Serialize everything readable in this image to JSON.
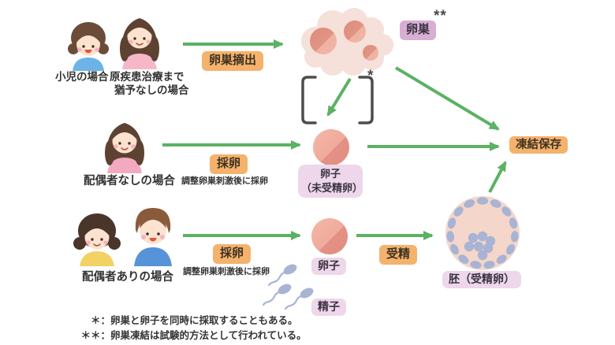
{
  "cases": {
    "child": "小児の場合",
    "no_delay_line1": "原疾患治療まで",
    "no_delay_line2": "猶予なしの場合",
    "no_spouse": "配偶者なしの場合",
    "with_spouse": "配偶者ありの場合"
  },
  "badges": {
    "ovariectomy": "卵巣摘出",
    "ovary": "卵巣",
    "ovary_marker": "**",
    "egg_retrieval": "採卵",
    "fertilization": "受精",
    "cryopreservation": "凍結保存",
    "egg_unfertilized_line1": "卵子",
    "egg_unfertilized_line2": "（未受精卵）",
    "egg": "卵子",
    "sperm": "精子",
    "embryo": "胚（受精卵）",
    "bracket_marker": "*"
  },
  "notes": {
    "stimulation": "調整卵巣刺激後に採卵"
  },
  "footnotes": [
    {
      "marker": "＊：",
      "text": "卵巣と卵子を同時に採取することもある。"
    },
    {
      "marker": "＊＊：",
      "text": "卵巣凍結は試験的方法として行われている。"
    }
  ],
  "colors": {
    "arrow_green": "#5bb263",
    "badge_orange": "#f4b26c",
    "badge_purple": "#d8aed3",
    "badge_purple_light": "#eed7ea",
    "ovary_cloud": "#f5e1da",
    "follicle_pink": "#e29484",
    "egg_pink": "#eda495",
    "cell_blue": "#a9b3d3"
  }
}
